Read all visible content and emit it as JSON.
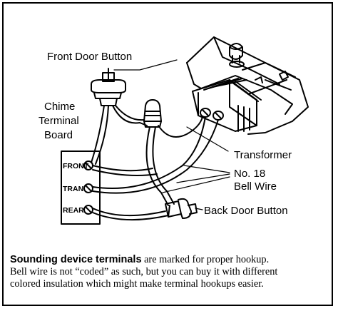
{
  "labels": {
    "front_door_button": "Front Door Button",
    "chime_terminal_board_1": "Chime",
    "chime_terminal_board_2": "Terminal",
    "chime_terminal_board_3": "Board",
    "transformer": "Transformer",
    "no18": "No. 18",
    "bell_wire": "Bell Wire",
    "back_door_button": "Back Door Button"
  },
  "terminals": {
    "front": "FRONT",
    "tran": "TRAN",
    "rear": "REAR"
  },
  "caption": {
    "bold": "Sounding device terminals",
    "rest1": " are marked for proper hookup.",
    "line2": "Bell wire is not “coded” as such, but you can buy it with different",
    "line3": "colored insulation which might make terminal hookups easier."
  }
}
